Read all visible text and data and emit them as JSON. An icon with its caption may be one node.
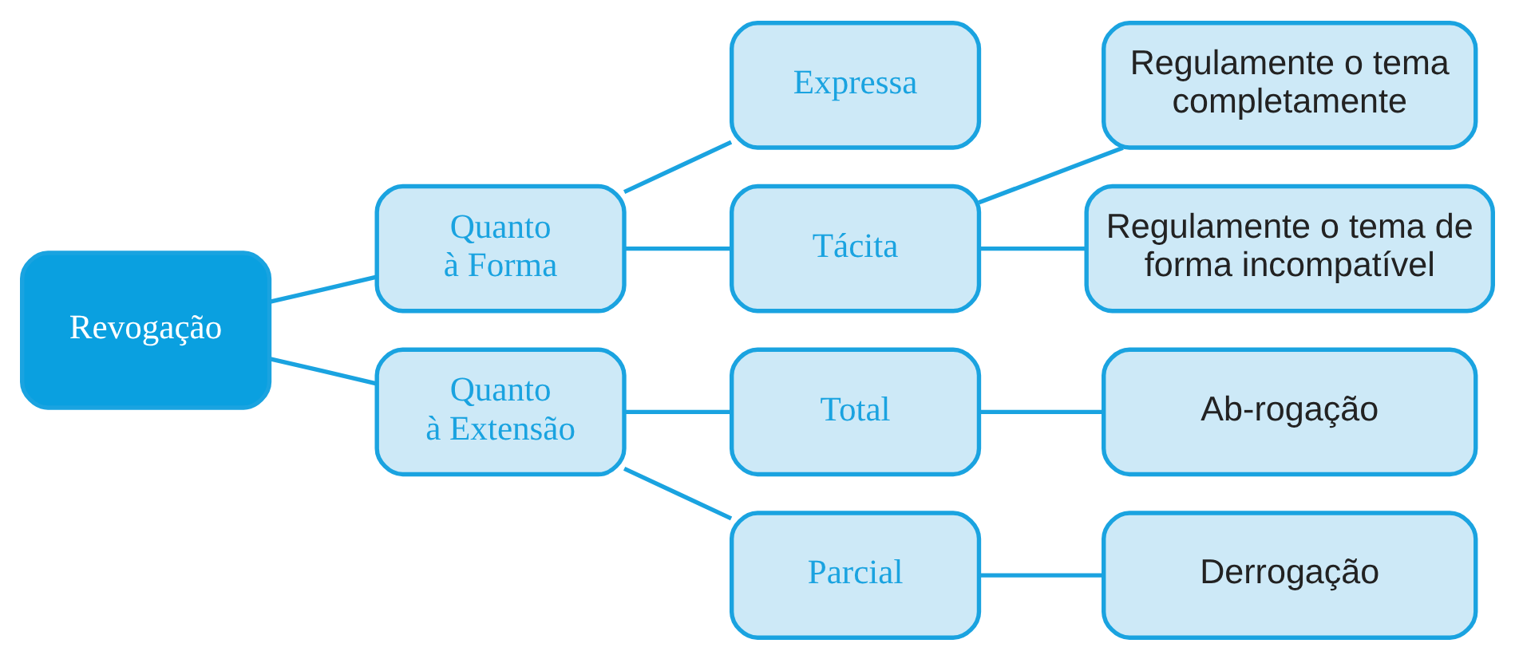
{
  "diagram": {
    "nodes": [
      {
        "text": [
          "Revogação"
        ]
      },
      {
        "text": [
          "Quanto à Forma"
        ]
      },
      {
        "text": [
          "Expressa"
        ]
      },
      {
        "text": [
          "Tácita"
        ]
      },
      {
        "text": [
          "Regulamente o tema completamente"
        ]
      },
      {
        "text": [
          "Regulamente o tema de forma incompatível"
        ]
      },
      {
        "text": [
          "Quanto à Extensão"
        ]
      },
      {
        "text": [
          "Total"
        ]
      },
      {
        "text": [
          "Parcial"
        ]
      },
      {
        "text": [
          "Ab-rogação"
        ]
      },
      {
        "text": [
          "Derrogação"
        ]
      }
    ],
    "edges": [
      {
        "from": 0,
        "to": 1,
        "arrow": "none"
      },
      {
        "from": 0,
        "to": 6,
        "arrow": "none"
      },
      {
        "from": 1,
        "to": 2,
        "arrow": "none"
      },
      {
        "from": 1,
        "to": 3,
        "arrow": "none"
      },
      {
        "from": 3,
        "to": 4,
        "arrow": "none"
      },
      {
        "from": 3,
        "to": 5,
        "arrow": "none"
      },
      {
        "from": 6,
        "to": 7,
        "arrow": "none"
      },
      {
        "from": 6,
        "to": 8,
        "arrow": "none"
      },
      {
        "from": 7,
        "to": 9,
        "arrow": "none"
      },
      {
        "from": 8,
        "to": 10,
        "arrow": "none"
      }
    ]
  }
}
